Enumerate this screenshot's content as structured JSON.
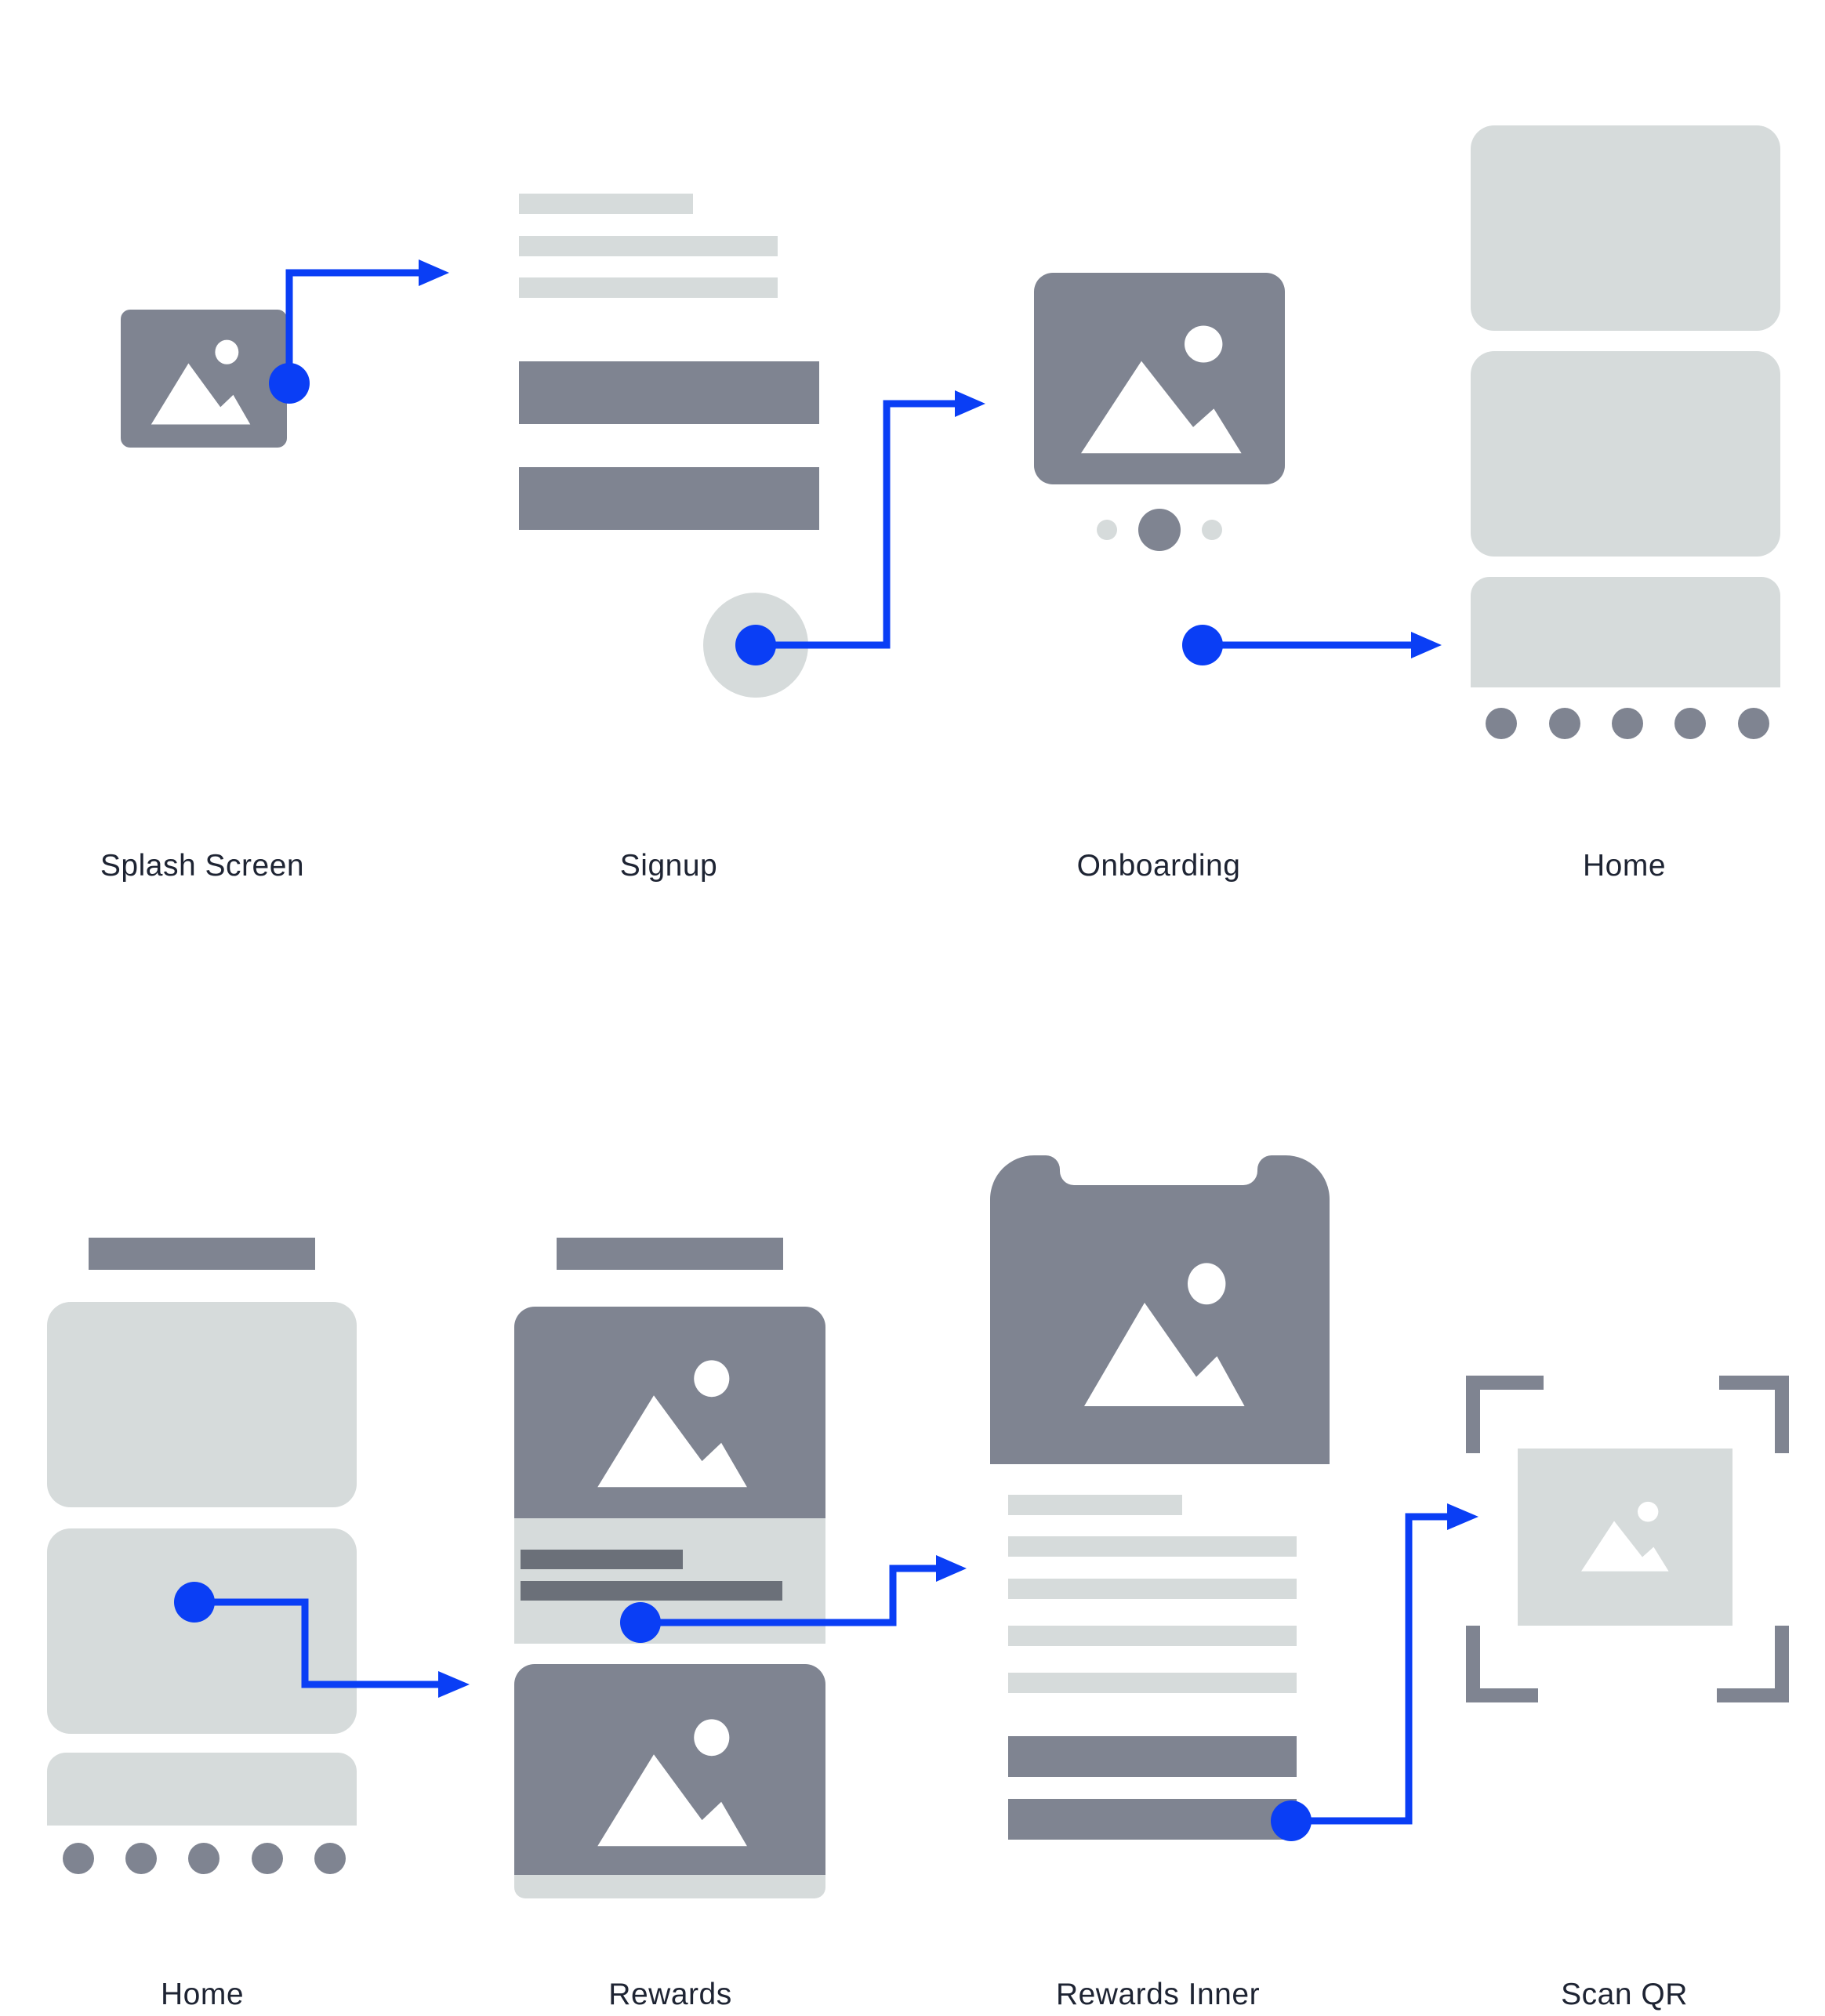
{
  "colors": {
    "dark": "#7f8491",
    "light": "#d6dbdb",
    "accent": "#0a3ef5",
    "label": "#1e2433",
    "bar_dark": "#6b7079"
  },
  "screens": {
    "row1": [
      {
        "label": "Splash Screen"
      },
      {
        "label": "Signup"
      },
      {
        "label": "Onboarding"
      },
      {
        "label": "Home"
      }
    ],
    "row2": [
      {
        "label": "Home"
      },
      {
        "label": "Rewards"
      },
      {
        "label": "Rewards Inner"
      },
      {
        "label": "Scan QR"
      }
    ]
  },
  "connections": [
    {
      "from": "Splash Screen",
      "to": "Signup"
    },
    {
      "from": "Signup",
      "to": "Onboarding"
    },
    {
      "from": "Onboarding",
      "to": "Home"
    },
    {
      "from": "Home",
      "to": "Rewards"
    },
    {
      "from": "Rewards",
      "to": "Rewards Inner"
    },
    {
      "from": "Rewards Inner",
      "to": "Scan QR"
    }
  ]
}
